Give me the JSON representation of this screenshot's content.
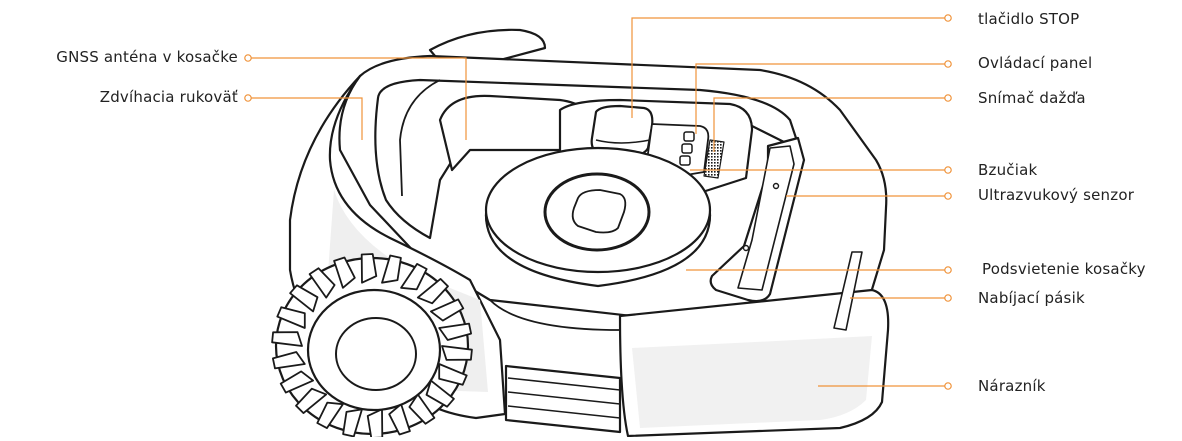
{
  "colors": {
    "leader": "#f0933a",
    "outline": "#1a1a1a",
    "body_fill": "#ffffff",
    "shade": "#ececec",
    "text": "#222222"
  },
  "labels": {
    "gnss_antenna": "GNSS anténa v kosačke",
    "lift_handle": "Zdvíhacia rukoväť",
    "stop_button": "tlačidlo STOP",
    "control_panel": "Ovládací panel",
    "rain_sensor": "Snímač dažďa",
    "buzzer": "Bzučiak",
    "ultrasonic_sensor": "Ultrazvukový senzor",
    "mower_lighting": "Podsvietenie kosačky",
    "charging_strip": "Nabíjací pásik",
    "bumper": "Nárazník"
  }
}
